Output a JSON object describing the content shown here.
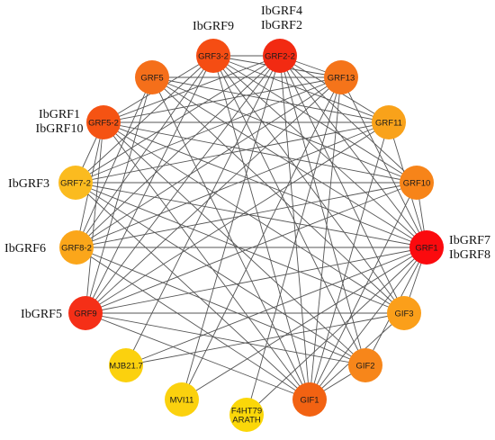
{
  "network": {
    "nodes": [
      {
        "id": "GRF2-2",
        "label": [
          "GRF2-2"
        ],
        "color": "#f22a12"
      },
      {
        "id": "GRF13",
        "label": [
          "GRF13"
        ],
        "color": "#f5741a"
      },
      {
        "id": "GRF11",
        "label": [
          "GRF11"
        ],
        "color": "#f9a21a"
      },
      {
        "id": "GRF10",
        "label": [
          "GRF10"
        ],
        "color": "#f78419"
      },
      {
        "id": "GRF1",
        "label": [
          "GRF1"
        ],
        "color": "#fb0a0e"
      },
      {
        "id": "GIF3",
        "label": [
          "GIF3"
        ],
        "color": "#fb9f1a"
      },
      {
        "id": "GIF2",
        "label": [
          "GIF2"
        ],
        "color": "#f7861a"
      },
      {
        "id": "GIF1",
        "label": [
          "GIF1"
        ],
        "color": "#f26212"
      },
      {
        "id": "F4HT79",
        "label": [
          "F4HT79",
          "ARATH"
        ],
        "color": "#fbd709"
      },
      {
        "id": "MVI11",
        "label": [
          "MVI11"
        ],
        "color": "#fbd10e"
      },
      {
        "id": "MJB21.7",
        "label": [
          "MJB21.7"
        ],
        "color": "#fbd10e"
      },
      {
        "id": "GRF9",
        "label": [
          "GRF9"
        ],
        "color": "#f52f17"
      },
      {
        "id": "GRF8-2",
        "label": [
          "GRF8-2"
        ],
        "color": "#fba61a"
      },
      {
        "id": "GRF7-2",
        "label": [
          "GRF7-2"
        ],
        "color": "#fbbb1f"
      },
      {
        "id": "GRF5-2",
        "label": [
          "GRF5-2"
        ],
        "color": "#f55313"
      },
      {
        "id": "GRF5",
        "label": [
          "GRF5"
        ],
        "color": "#f56f1a"
      },
      {
        "id": "GRF3-2",
        "label": [
          "GRF3-2"
        ],
        "color": "#f54d13"
      }
    ],
    "edges": [
      [
        "GRF3-2",
        "GRF2-2"
      ],
      [
        "GRF3-2",
        "GRF13"
      ],
      [
        "GRF3-2",
        "GRF11"
      ],
      [
        "GRF3-2",
        "GRF10"
      ],
      [
        "GRF3-2",
        "GRF1"
      ],
      [
        "GRF3-2",
        "GIF3"
      ],
      [
        "GRF3-2",
        "GIF2"
      ],
      [
        "GRF3-2",
        "GIF1"
      ],
      [
        "GRF3-2",
        "GRF9"
      ],
      [
        "GRF3-2",
        "GRF8-2"
      ],
      [
        "GRF3-2",
        "GRF7-2"
      ],
      [
        "GRF3-2",
        "GRF5-2"
      ],
      [
        "GRF2-2",
        "GRF13"
      ],
      [
        "GRF2-2",
        "GRF11"
      ],
      [
        "GRF2-2",
        "GRF10"
      ],
      [
        "GRF2-2",
        "GRF1"
      ],
      [
        "GRF2-2",
        "GIF3"
      ],
      [
        "GRF2-2",
        "GIF2"
      ],
      [
        "GRF2-2",
        "GIF1"
      ],
      [
        "GRF2-2",
        "GRF9"
      ],
      [
        "GRF2-2",
        "GRF8-2"
      ],
      [
        "GRF2-2",
        "GRF7-2"
      ],
      [
        "GRF2-2",
        "GRF5-2"
      ],
      [
        "GRF2-2",
        "MJB21.7"
      ],
      [
        "GRF2-2",
        "MVI11"
      ],
      [
        "GRF5",
        "GRF13"
      ],
      [
        "GRF5",
        "GRF11"
      ],
      [
        "GRF5",
        "GRF10"
      ],
      [
        "GRF5",
        "GRF1"
      ],
      [
        "GRF5",
        "GIF3"
      ],
      [
        "GRF5",
        "GIF1"
      ],
      [
        "GRF5",
        "GRF9"
      ],
      [
        "GRF5",
        "GRF8-2"
      ],
      [
        "GRF5-2",
        "GRF13"
      ],
      [
        "GRF5-2",
        "GRF11"
      ],
      [
        "GRF5-2",
        "GRF10"
      ],
      [
        "GRF5-2",
        "GRF1"
      ],
      [
        "GRF5-2",
        "GIF3"
      ],
      [
        "GRF5-2",
        "GIF2"
      ],
      [
        "GRF5-2",
        "GIF1"
      ],
      [
        "GRF5-2",
        "GRF9"
      ],
      [
        "GRF5-2",
        "GRF8-2"
      ],
      [
        "GRF5-2",
        "GRF7-2"
      ],
      [
        "GRF7-2",
        "GRF13"
      ],
      [
        "GRF7-2",
        "GRF11"
      ],
      [
        "GRF7-2",
        "GRF10"
      ],
      [
        "GRF7-2",
        "GRF1"
      ],
      [
        "GRF7-2",
        "GIF3"
      ],
      [
        "GRF7-2",
        "GIF2"
      ],
      [
        "GRF7-2",
        "GIF1"
      ],
      [
        "GRF8-2",
        "GRF13"
      ],
      [
        "GRF8-2",
        "GRF11"
      ],
      [
        "GRF8-2",
        "GRF10"
      ],
      [
        "GRF8-2",
        "GRF1"
      ],
      [
        "GRF8-2",
        "GIF2"
      ],
      [
        "GRF8-2",
        "GIF1"
      ],
      [
        "GRF9",
        "GRF13"
      ],
      [
        "GRF9",
        "GRF11"
      ],
      [
        "GRF9",
        "GRF10"
      ],
      [
        "GRF9",
        "GRF1"
      ],
      [
        "GRF9",
        "GIF3"
      ],
      [
        "GRF9",
        "GIF2"
      ],
      [
        "GRF9",
        "GIF1"
      ],
      [
        "GRF13",
        "GRF1"
      ],
      [
        "GRF13",
        "GIF1"
      ],
      [
        "GRF13",
        "MVI11"
      ],
      [
        "GRF13",
        "F4HT79"
      ],
      [
        "GRF11",
        "GRF1"
      ],
      [
        "GRF11",
        "GIF1"
      ],
      [
        "GRF10",
        "GRF1"
      ],
      [
        "GRF10",
        "GIF1"
      ],
      [
        "GRF1",
        "GIF3"
      ],
      [
        "GRF1",
        "GIF2"
      ],
      [
        "GRF1",
        "GIF1"
      ],
      [
        "GRF1",
        "MVI11"
      ],
      [
        "GRF1",
        "MJB21.7"
      ],
      [
        "GRF1",
        "F4HT79"
      ],
      [
        "GIF3",
        "GIF1"
      ],
      [
        "GIF2",
        "GIF1"
      ],
      [
        "GIF3",
        "MJB21.7"
      ]
    ]
  },
  "annotations": [
    {
      "id": "ibgrf9",
      "lines": [
        "IbGRF9"
      ]
    },
    {
      "id": "ibgrf4-2",
      "lines": [
        "IbGRF4",
        "IbGRF2"
      ]
    },
    {
      "id": "ibgrf1-10",
      "lines": [
        "IbGRF1",
        "IbGRF10"
      ]
    },
    {
      "id": "ibgrf3",
      "lines": [
        "IbGRF3"
      ]
    },
    {
      "id": "ibgrf6",
      "lines": [
        "IbGRF6"
      ]
    },
    {
      "id": "ibgrf5",
      "lines": [
        "IbGRF5"
      ]
    },
    {
      "id": "ibgrf7-8",
      "lines": [
        "IbGRF7",
        "IbGRF8"
      ]
    }
  ]
}
